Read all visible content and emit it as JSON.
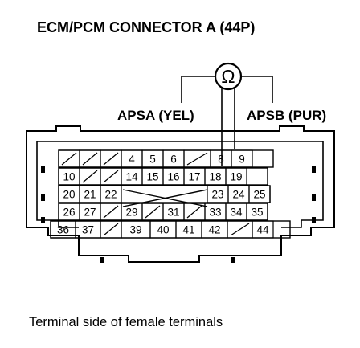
{
  "title": "ECM/PCM CONNECTOR A (44P)",
  "caption": "Terminal side of female terminals",
  "meter": {
    "symbol": "Ω",
    "name": "ohmmeter"
  },
  "wires": {
    "left": {
      "label": "APSA (YEL)",
      "terminal": "17"
    },
    "right": {
      "label": "APSB (PUR)",
      "terminal": "8"
    }
  },
  "connector": {
    "pin_count": 44,
    "rows": [
      [
        "",
        "",
        "",
        "4",
        "5",
        "6",
        "",
        "8",
        "9"
      ],
      [
        "10",
        "",
        "",
        "14",
        "15",
        "16",
        "17",
        "18",
        "19"
      ],
      [
        "20",
        "21",
        "22",
        "",
        "",
        "",
        "23",
        "24",
        "25"
      ],
      [
        "26",
        "27",
        "",
        "29",
        "",
        "31",
        "",
        "33",
        "34",
        "35"
      ],
      [
        "36",
        "37",
        "",
        "39",
        "40",
        "41",
        "42",
        "",
        "44"
      ]
    ]
  }
}
